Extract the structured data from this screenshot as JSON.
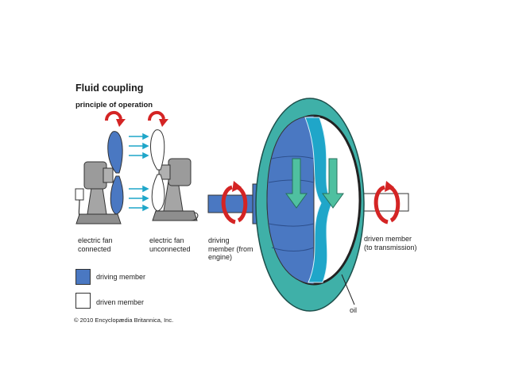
{
  "title": "Fluid coupling",
  "subtitle": "principle of operation",
  "labels": {
    "fan_connected": [
      "electric fan",
      "connected"
    ],
    "fan_unconnected": [
      "electric fan",
      "unconnected"
    ],
    "driving_member": [
      "driving",
      "member (from",
      "engine)"
    ],
    "driven_member": [
      "driven member",
      "(to transmission)"
    ],
    "oil": "oil"
  },
  "legend": [
    {
      "label": "driving member",
      "color": "#4a78c2"
    },
    {
      "label": "driven member",
      "color": "#ffffff"
    }
  ],
  "copyright": "© 2010 Encyclopædia Britannica, Inc.",
  "colors": {
    "driving": "#4a78c2",
    "driven": "#ffffff",
    "housing": "#3fb0a8",
    "oil_flow": "#1fa6c9",
    "rotation_arrow": "#d42424",
    "flow_arrow": "#4fc0a0"
  }
}
